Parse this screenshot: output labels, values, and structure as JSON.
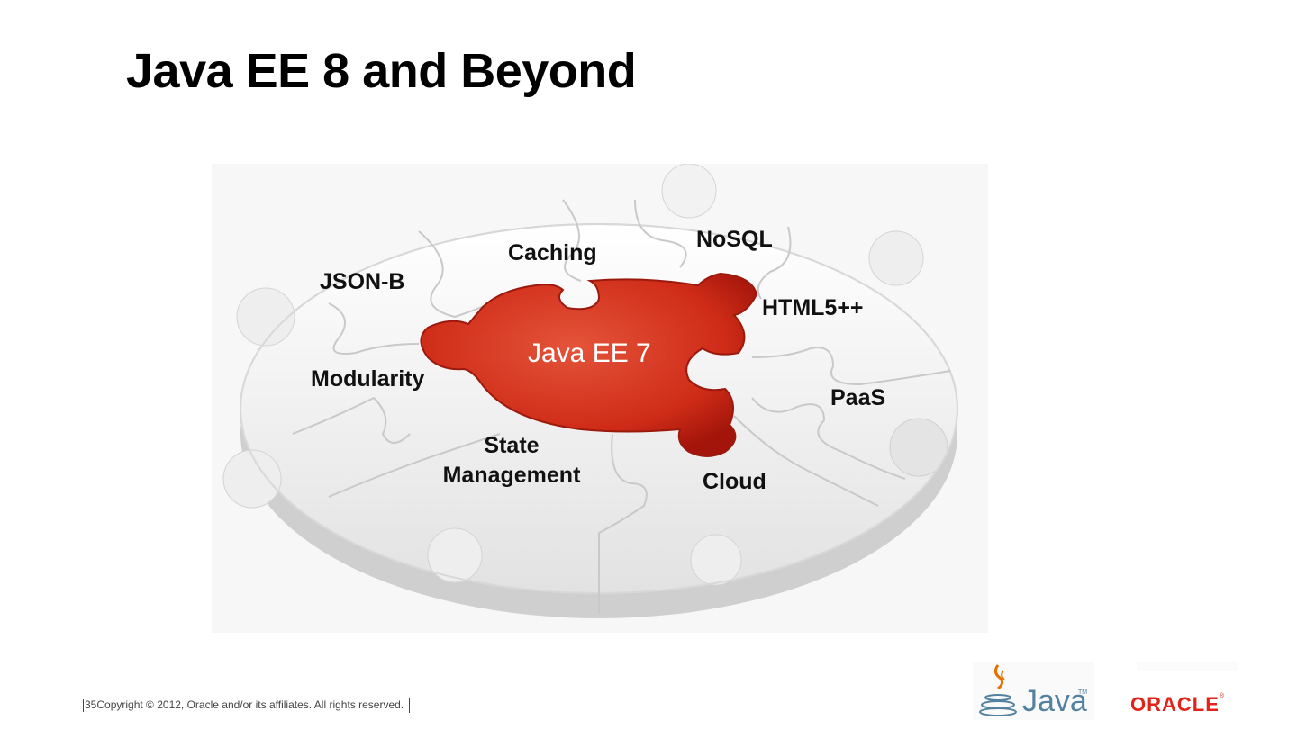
{
  "slide": {
    "title": "Java EE 8 and Beyond",
    "center": "Java EE 7",
    "pieces": {
      "nosql": "NoSQL",
      "caching": "Caching",
      "jsonb": "JSON-B",
      "html5": "HTML5++",
      "modularity": "Modularity",
      "paas": "PaaS",
      "state": "State",
      "management": "Management",
      "cloud": "Cloud"
    }
  },
  "footer": {
    "page_number": "35",
    "copyright": "Copyright © 2012, Oracle and/or its affiliates. All rights reserved."
  },
  "logos": {
    "java": "Java",
    "oracle": "ORACLE"
  },
  "colors": {
    "accent_red": "#d93a24",
    "oracle_red": "#e2231a",
    "java_blue": "#5382a1",
    "java_orange": "#e76f00"
  },
  "icons": [
    "java-logo-icon",
    "oracle-logo-icon"
  ]
}
